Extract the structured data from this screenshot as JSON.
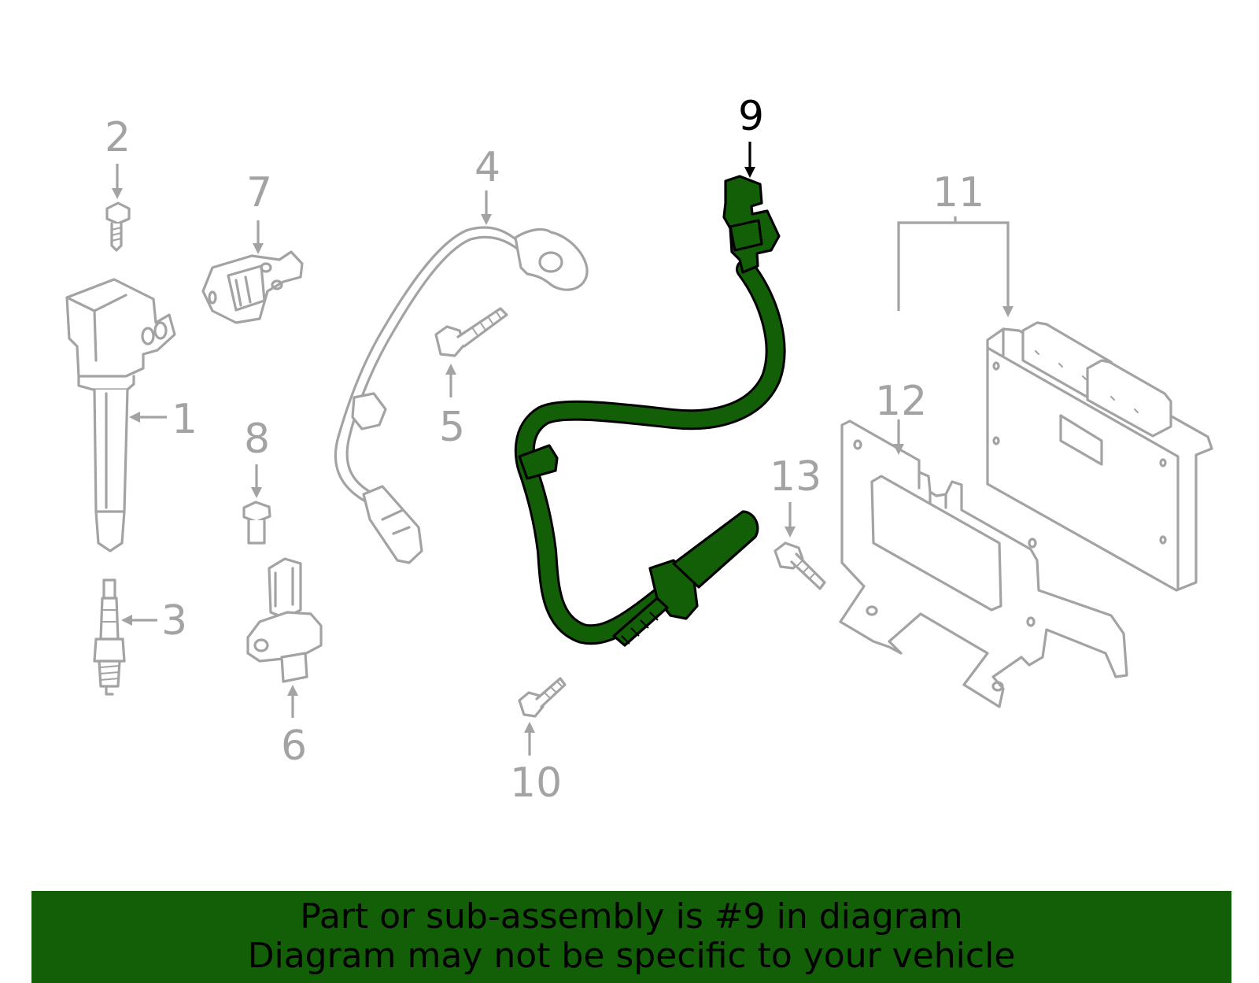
{
  "diagram": {
    "callouts": [
      "1",
      "2",
      "3",
      "4",
      "5",
      "6",
      "7",
      "8",
      "9",
      "10",
      "11",
      "12",
      "13"
    ],
    "highlighted_callout": "9",
    "highlight_color": "#135f07",
    "part_line_color": "#a3a3a3"
  },
  "banner": {
    "line1": "Part or sub-assembly is #9 in diagram",
    "line2": "Diagram may not be specific to your vehicle",
    "background": "#135f07"
  }
}
